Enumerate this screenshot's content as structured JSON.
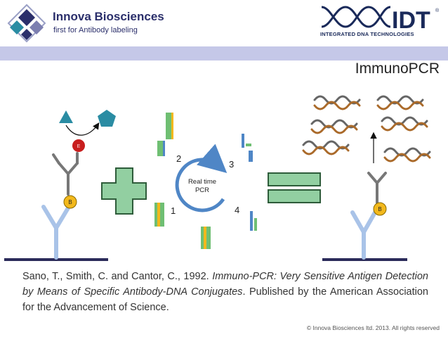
{
  "header": {
    "innova_name": "Innova Biosciences",
    "innova_tagline": "first for Antibody labeling",
    "idt_logo_text": "IDT",
    "idt_subtitle": "INTEGRATED DNA TECHNOLOGIES",
    "idt_registered": "®"
  },
  "slide": {
    "title": "ImmunoPCR",
    "pcr_label_line1": "Real time",
    "pcr_label_line2": "PCR",
    "steps": [
      "1",
      "2",
      "3",
      "4"
    ],
    "left_red_label": "E",
    "left_biotin_label": "B",
    "right_biotin_label": "B"
  },
  "citation": {
    "plain_prefix": "Sano, T., Smith, C. and Cantor, C., 1992. ",
    "italic_title": "Immuno-PCR: Very Sensitive Antigen Detection by Means of Specific Antibody-DNA Conjugates",
    "plain_suffix": ". Published by the American Association for the Advancement of Science."
  },
  "footer": {
    "copyright": "© Innova Biosciences ltd. 2013. All rights reserved"
  },
  "colors": {
    "header_bar": "#c5c8e8",
    "navy": "#2b2f6b",
    "teal": "#2a8ca3",
    "green_fill": "#92cfa1",
    "green_stroke": "#2e5c3a",
    "cycle_arrow": "#4f86c6",
    "antibody_blue": "#a9c3e8",
    "biotin_yellow": "#f2b81c",
    "enzyme_red": "#c81e1e",
    "dna_gray": "#555555"
  }
}
